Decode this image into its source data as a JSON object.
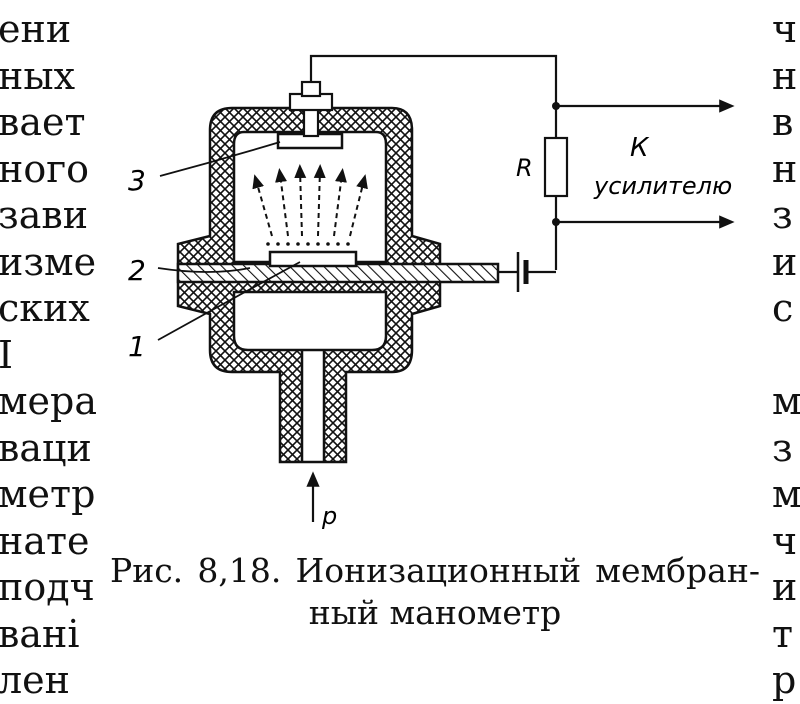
{
  "left_column": [
    "ени",
    "ных",
    "вает",
    "ного",
    "зави",
    "изме",
    "ских",
    "I",
    "мера",
    "ваци",
    "метр",
    "нате",
    "подч",
    "вані",
    "лен"
  ],
  "right_column": [
    "ч",
    "н",
    "в",
    "н",
    "з",
    "и",
    "с",
    "",
    "м",
    "з",
    "м",
    "ч",
    "и",
    "т",
    "р"
  ],
  "diagram": {
    "label_1": "1",
    "label_2": "2",
    "label_3": "3",
    "label_R": "R",
    "output_label_line1": "К",
    "output_label_line2": "усилителю",
    "pressure_label": "p"
  },
  "caption": {
    "line1": "Рис. 8,18. Ионизационный мембран-",
    "line2": "ный манометр"
  }
}
